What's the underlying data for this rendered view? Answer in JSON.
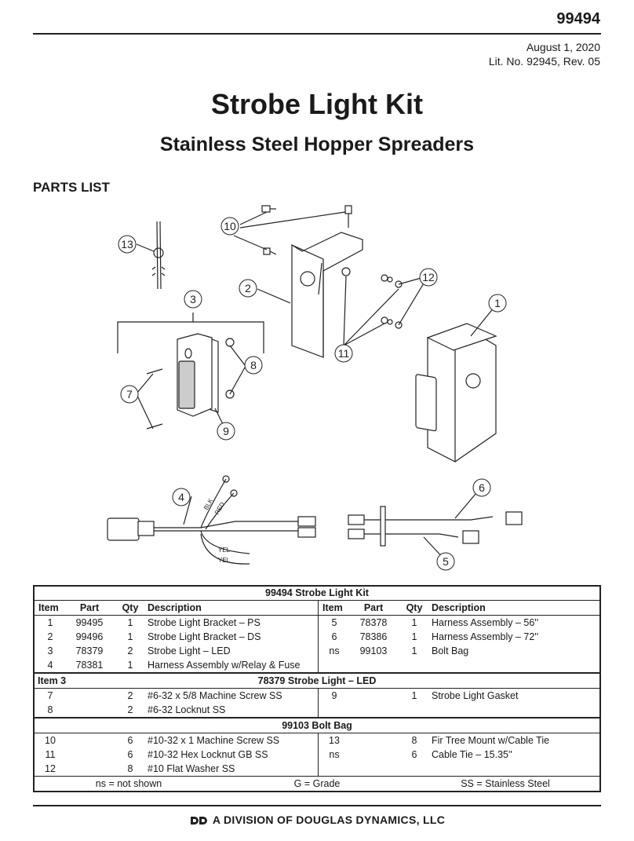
{
  "header": {
    "doc_number": "99494",
    "date": "August 1, 2020",
    "lit_no": "Lit. No. 92945, Rev. 05"
  },
  "title": "Strobe Light Kit",
  "subtitle": "Stainless Steel Hopper Spreaders",
  "parts_heading": "PARTS LIST",
  "diagram": {
    "callouts": [
      "1",
      "2",
      "3",
      "4",
      "5",
      "6",
      "7",
      "8",
      "9",
      "10",
      "11",
      "12",
      "13"
    ],
    "wire_labels": {
      "blk": "BLK",
      "red": "RED",
      "yel1": "YEL",
      "yel2": "YEL"
    }
  },
  "table": {
    "title": "99494  Strobe Light Kit",
    "columns": {
      "item": "Item",
      "part": "Part",
      "qty": "Qty",
      "desc": "Description"
    },
    "left_rows": [
      {
        "item": "1",
        "part": "99495",
        "qty": "1",
        "desc": "Strobe Light Bracket – PS"
      },
      {
        "item": "2",
        "part": "99496",
        "qty": "1",
        "desc": "Strobe Light Bracket – DS"
      },
      {
        "item": "3",
        "part": "78379",
        "qty": "2",
        "desc": "Strobe Light – LED"
      },
      {
        "item": "4",
        "part": "78381",
        "qty": "1",
        "desc": "Harness Assembly w/Relay & Fuse"
      }
    ],
    "right_rows": [
      {
        "item": "5",
        "part": "78378",
        "qty": "1",
        "desc": "Harness Assembly – 56''"
      },
      {
        "item": "6",
        "part": "78386",
        "qty": "1",
        "desc": "Harness Assembly – 72''"
      },
      {
        "item": "ns",
        "part": "99103",
        "qty": "1",
        "desc": "Bolt Bag"
      },
      {
        "item": "",
        "part": "",
        "qty": "",
        "desc": ""
      }
    ],
    "section_item3": {
      "label": "Item 3",
      "title": "78379  Strobe Light – LED",
      "left_rows": [
        {
          "item": "7",
          "qty": "2",
          "desc": "#6-32 x 5/8 Machine Screw SS"
        },
        {
          "item": "8",
          "qty": "2",
          "desc": "#6-32 Locknut SS"
        }
      ],
      "right_rows": [
        {
          "item": "9",
          "qty": "1",
          "desc": "Strobe Light Gasket"
        },
        {
          "item": "",
          "qty": "",
          "desc": ""
        }
      ]
    },
    "section_bolt_bag": {
      "title": "99103  Bolt Bag",
      "left_rows": [
        {
          "item": "10",
          "qty": "6",
          "desc": "#10-32 x 1 Machine Screw SS"
        },
        {
          "item": "11",
          "qty": "6",
          "desc": "#10-32 Hex Locknut GB SS"
        },
        {
          "item": "12",
          "qty": "8",
          "desc": "#10 Flat Washer SS"
        }
      ],
      "right_rows": [
        {
          "item": "13",
          "qty": "8",
          "desc": "Fir Tree Mount w/Cable Tie"
        },
        {
          "item": "ns",
          "qty": "6",
          "desc": "Cable Tie – 15.35''"
        },
        {
          "item": "",
          "qty": "",
          "desc": ""
        }
      ]
    },
    "footer": {
      "ns": "ns = not shown",
      "g": "G = Grade",
      "ss": "SS = Stainless Steel"
    }
  },
  "division": "A DIVISION OF DOUGLAS DYNAMICS, LLC",
  "logo_icon": "douglas-dynamics-logo-icon"
}
